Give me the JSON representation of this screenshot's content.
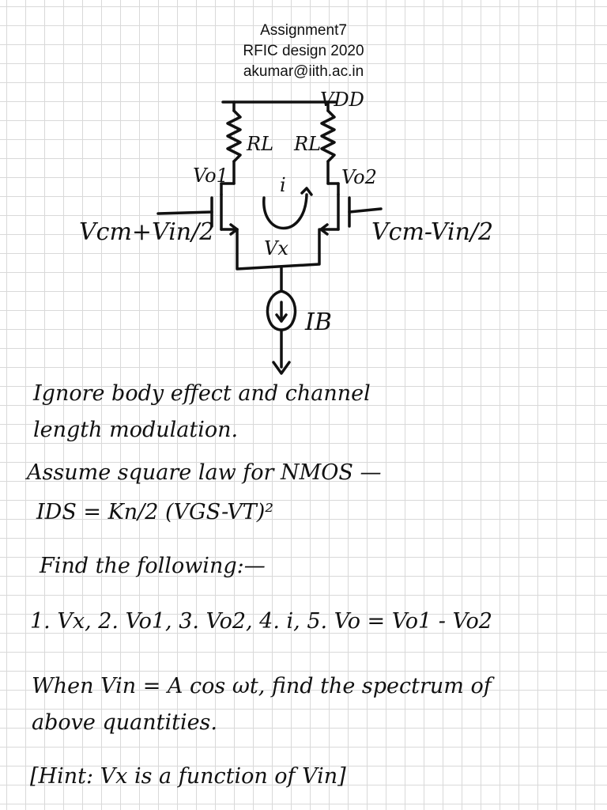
{
  "header": {
    "line1": "Assignment7",
    "line2": "RFIC design 2020",
    "line3": "akumar@iith.ac.in"
  },
  "circuit": {
    "vdd": "VDD",
    "rl_left": "RL",
    "rl_right": "RL",
    "vo1": "Vo1",
    "vo2": "Vo2",
    "i": "i",
    "in_left": "Vcm+Vin/2",
    "in_right": "Vcm-Vin/2",
    "vx": "Vx",
    "ib": "IB"
  },
  "notes": {
    "line1": "Ignore body effect and channel",
    "line2": "length modulation.",
    "line3": "Assume square law for NMOS —",
    "equation": "IDS = Kn/2 (VGS-VT)²",
    "find": "Find the following:—",
    "items": [
      "1. Vx",
      ", 2. Vo1",
      ", 3. Vo2",
      ", 4. i",
      ", 5. Vo = Vo1 - Vo2"
    ],
    "when1": "When Vin = A cos ωt, find the spectrum of",
    "when2": "above quantities.",
    "hint": "[Hint: Vx is a function of Vin]"
  }
}
